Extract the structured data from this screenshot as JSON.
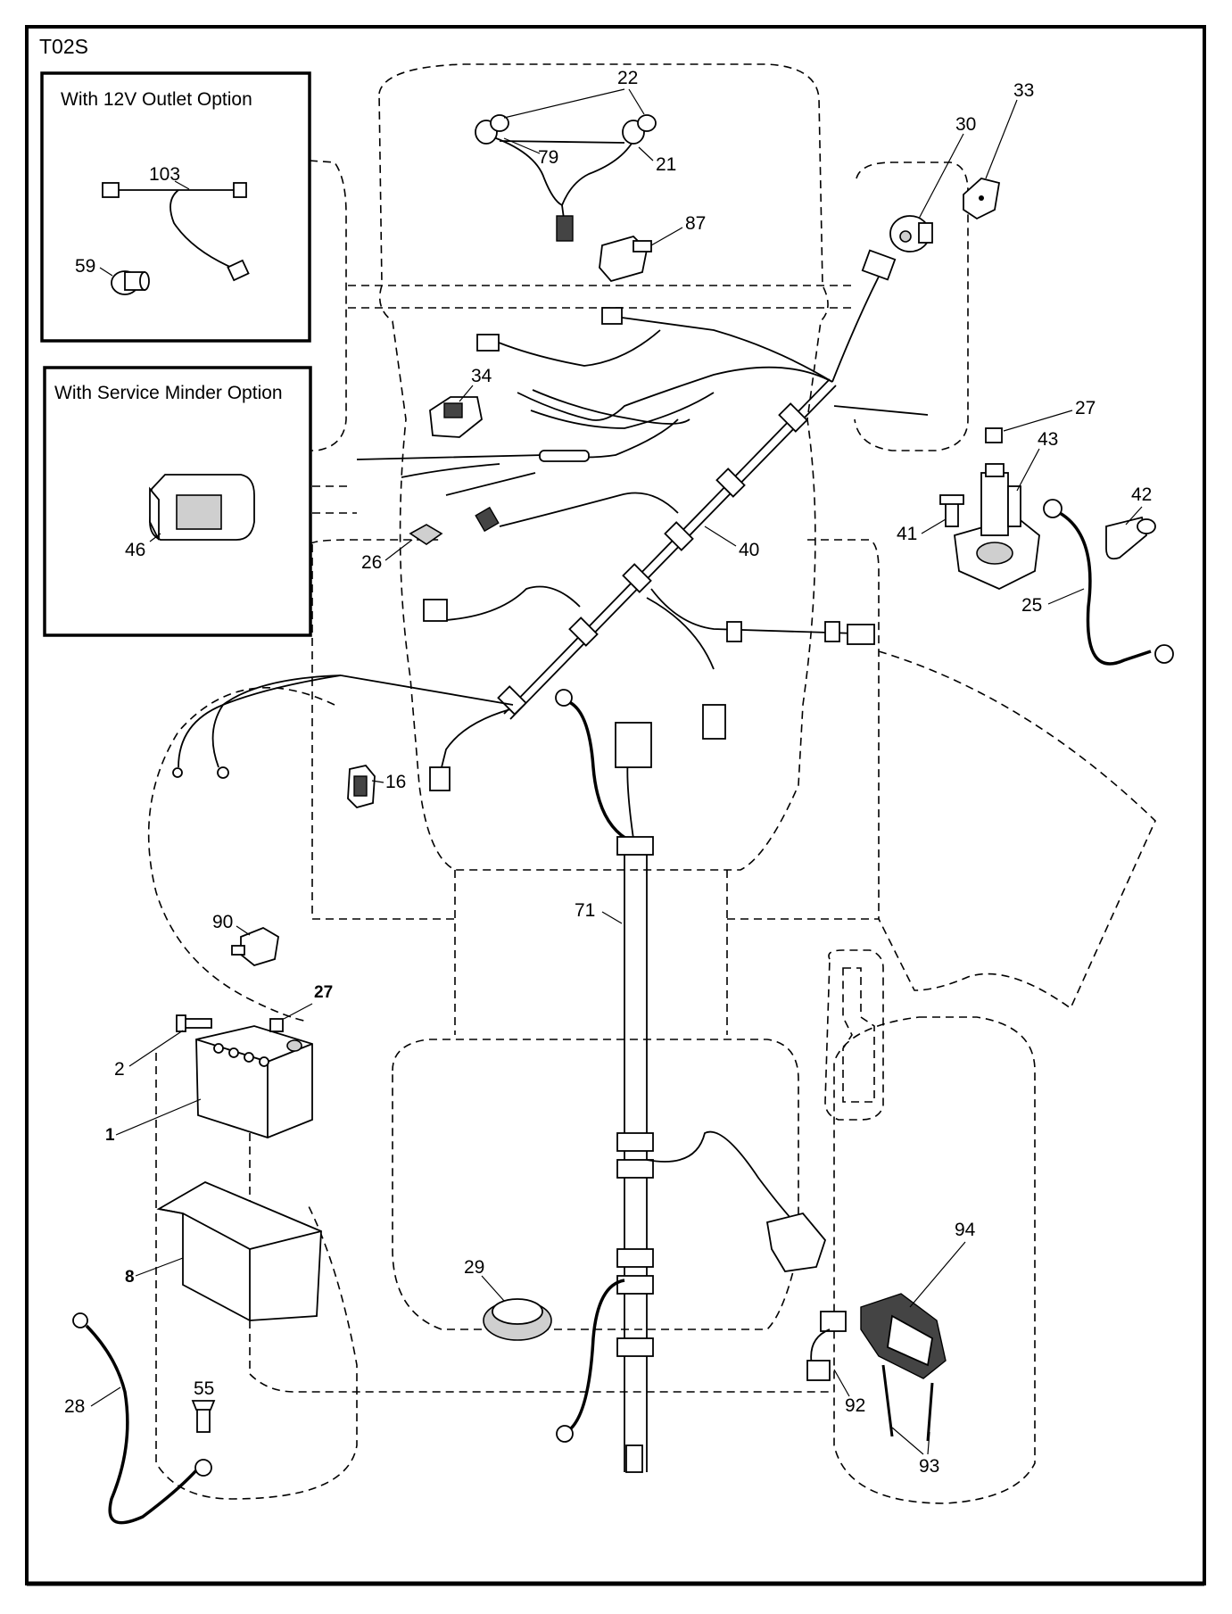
{
  "diagram_code": "T02S",
  "insets": {
    "outlet_option": {
      "title": "With 12V Outlet Option",
      "labels": [
        "103",
        "59"
      ]
    },
    "service_minder_option": {
      "title": "With Service Minder Option",
      "labels": [
        "46"
      ]
    }
  },
  "callouts": {
    "c22": "22",
    "c79": "79",
    "c21": "21",
    "c87": "87",
    "c30": "30",
    "c33": "33",
    "c34": "34",
    "c27a": "27",
    "c43": "43",
    "c42": "42",
    "c41": "41",
    "c40": "40",
    "c26": "26",
    "c25": "25",
    "c16": "16",
    "c71": "71",
    "c90": "90",
    "c27b": "27",
    "c2": "2",
    "c1": "1",
    "c8": "8",
    "c29": "29",
    "c94": "94",
    "c28": "28",
    "c55": "55",
    "c92": "92",
    "c93": "93"
  }
}
